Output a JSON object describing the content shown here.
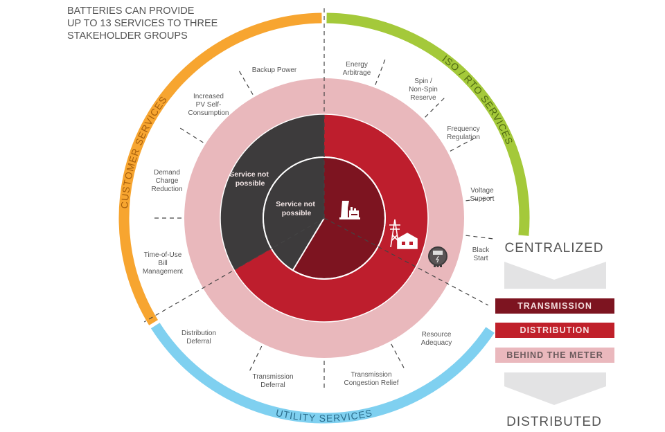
{
  "title": [
    "BATTERIES CAN PROVIDE",
    "UP TO 13 SERVICES TO THREE",
    "STAKEHOLDER GROUPS"
  ],
  "groups": {
    "customer": {
      "label": "CUSTOMER SERVICES",
      "color": "#f7a530",
      "text_color": "#a75f0c"
    },
    "iso": {
      "label": "ISO / RTO SERVICES",
      "color": "#a4c93a",
      "text_color": "#4f6a12"
    },
    "utility": {
      "label": "UTILITY SERVICES",
      "color": "#7fd0f0",
      "text_color": "#2b6d8c"
    }
  },
  "services": {
    "backup_power": [
      "Backup Power"
    ],
    "energy_arbitrage": [
      "Energy",
      "Arbitrage"
    ],
    "spin_reserve": [
      "Spin /",
      "Non-Spin",
      "Reserve"
    ],
    "frequency_regulation": [
      "Frequency",
      "Regulation"
    ],
    "voltage_support": [
      "Voltage",
      "Support"
    ],
    "black_start": [
      "Black",
      "Start"
    ],
    "resource_adequacy": [
      "Resource",
      "Adequacy"
    ],
    "transmission_congestion": [
      "Transmission",
      "Congestion Relief"
    ],
    "transmission_deferral": [
      "Transmission",
      "Deferral"
    ],
    "distribution_deferral": [
      "Distribution",
      "Deferral"
    ],
    "tou_bill": [
      "Time-of-Use",
      "Bill",
      "Management"
    ],
    "demand_charge": [
      "Demand",
      "Charge",
      "Reduction"
    ],
    "pv_self": [
      "Increased",
      "PV Self-",
      "Consumption"
    ]
  },
  "not_possible_outer": [
    "Service not",
    "possible"
  ],
  "not_possible_inner": [
    "Service not",
    "possible"
  ],
  "legend": {
    "top": "CENTRALIZED",
    "bottom": "DISTRIBUTED",
    "levels": [
      {
        "label": "TRANSMISSION",
        "color": "#7d1420",
        "text_color": "#f4dede"
      },
      {
        "label": "DISTRIBUTION",
        "color": "#c0202a",
        "text_color": "#f6e2e2"
      },
      {
        "label": "BEHIND THE METER",
        "color": "#eab8bd",
        "text_color": "#6b5a5c"
      }
    ]
  },
  "colors": {
    "pink": "#e9b8bc",
    "red": "#be1e2d",
    "maroon": "#7d1420",
    "grey": "#3d3b3c"
  }
}
